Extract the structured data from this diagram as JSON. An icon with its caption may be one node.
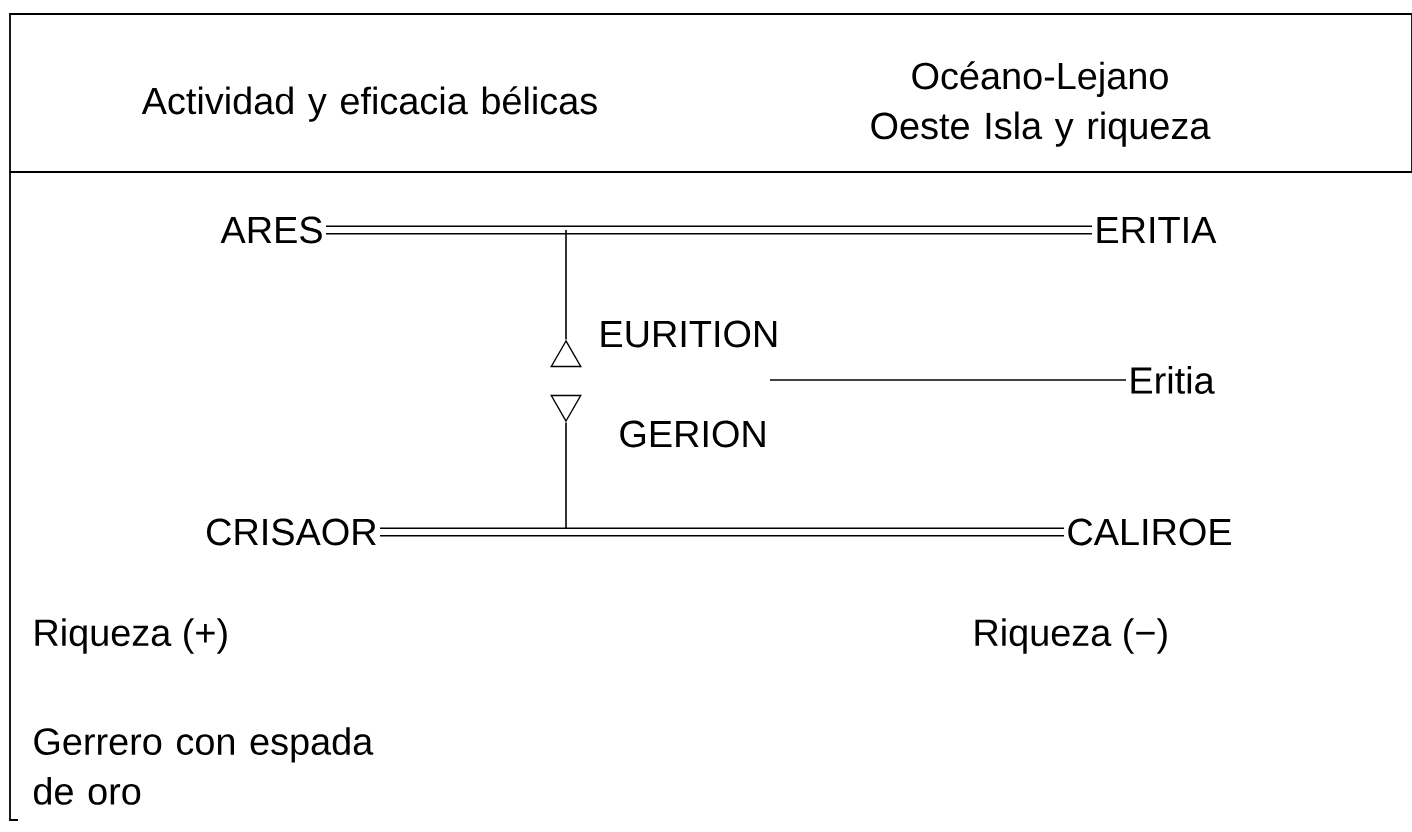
{
  "diagram": {
    "nodes": [
      {
        "text": [
          "ARES"
        ]
      },
      {
        "text": [
          "ERITIA"
        ]
      },
      {
        "text": [],
        "shape": "triangle",
        "beside": [
          "EURITION"
        ]
      },
      {
        "text": [],
        "shape": "triangle",
        "beside": [
          "GERION"
        ]
      },
      {
        "text": [
          "Eritia"
        ]
      },
      {
        "text": [
          "CRISAOR"
        ]
      },
      {
        "text": [
          "CALIROE"
        ]
      }
    ],
    "edges": [
      {
        "from": 0,
        "to": 1,
        "arrow": "none",
        "style": "thick"
      },
      {
        "from": null,
        "to": 2,
        "arrow": "none"
      },
      {
        "from": null,
        "to": 3,
        "arrow": "none"
      },
      {
        "from": null,
        "to": 4,
        "arrow": "none"
      },
      {
        "from": 5,
        "to": 6,
        "arrow": "none",
        "style": "thick"
      }
    ],
    "labels": [
      "Actividad y eficacia bélicas",
      "Océano-Lejano Oeste Isla y riqueza",
      "Riqueza (+)",
      "Riqueza (−)",
      "Gerrero con espada de oro"
    ]
  }
}
